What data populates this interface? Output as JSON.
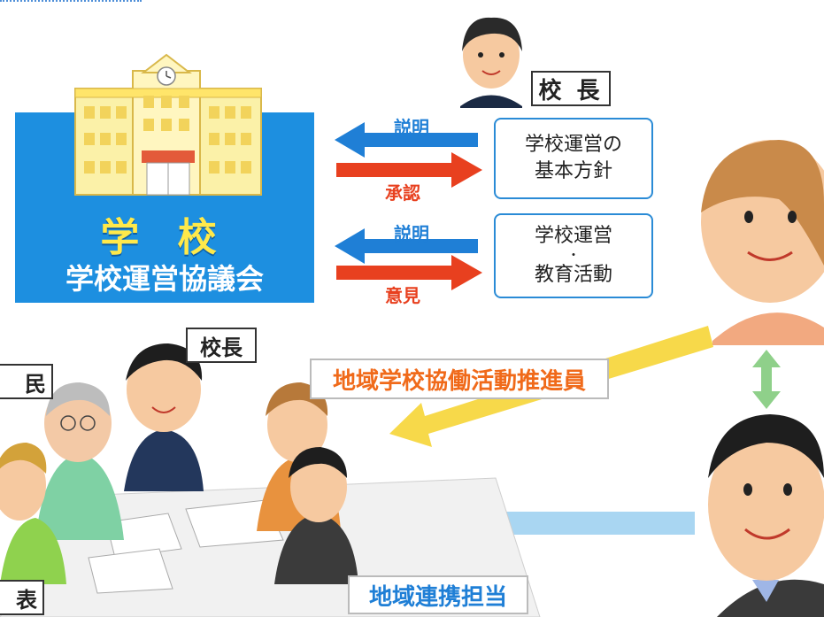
{
  "school": {
    "title": "学 校",
    "council": "学校運営協議会"
  },
  "principal_top_label": "校 長",
  "flows": [
    {
      "to_school": "説明",
      "to_principal": "承認",
      "box_lines": [
        "学校運営の",
        "基本方針"
      ]
    },
    {
      "to_school": "説明",
      "to_principal": "意見",
      "box_lines": [
        "学校運営",
        "・",
        "教育活動"
      ]
    }
  ],
  "meeting": {
    "principal_label": "校長",
    "resident_label": "住民",
    "representative_label": "代表",
    "coordinator_label": "地域学校協働活動推進員",
    "liaison_label": "地域連携担当"
  },
  "colors": {
    "school_blue": "#1d8fe0",
    "arrow_blue": "#1f7fd6",
    "arrow_red": "#e8401f",
    "arrow_yellow": "#f7d94a",
    "arrow_lightblue": "#a9d6f2",
    "arrow_green": "#8fd08a",
    "coordinator_orange": "#f06a1a"
  }
}
